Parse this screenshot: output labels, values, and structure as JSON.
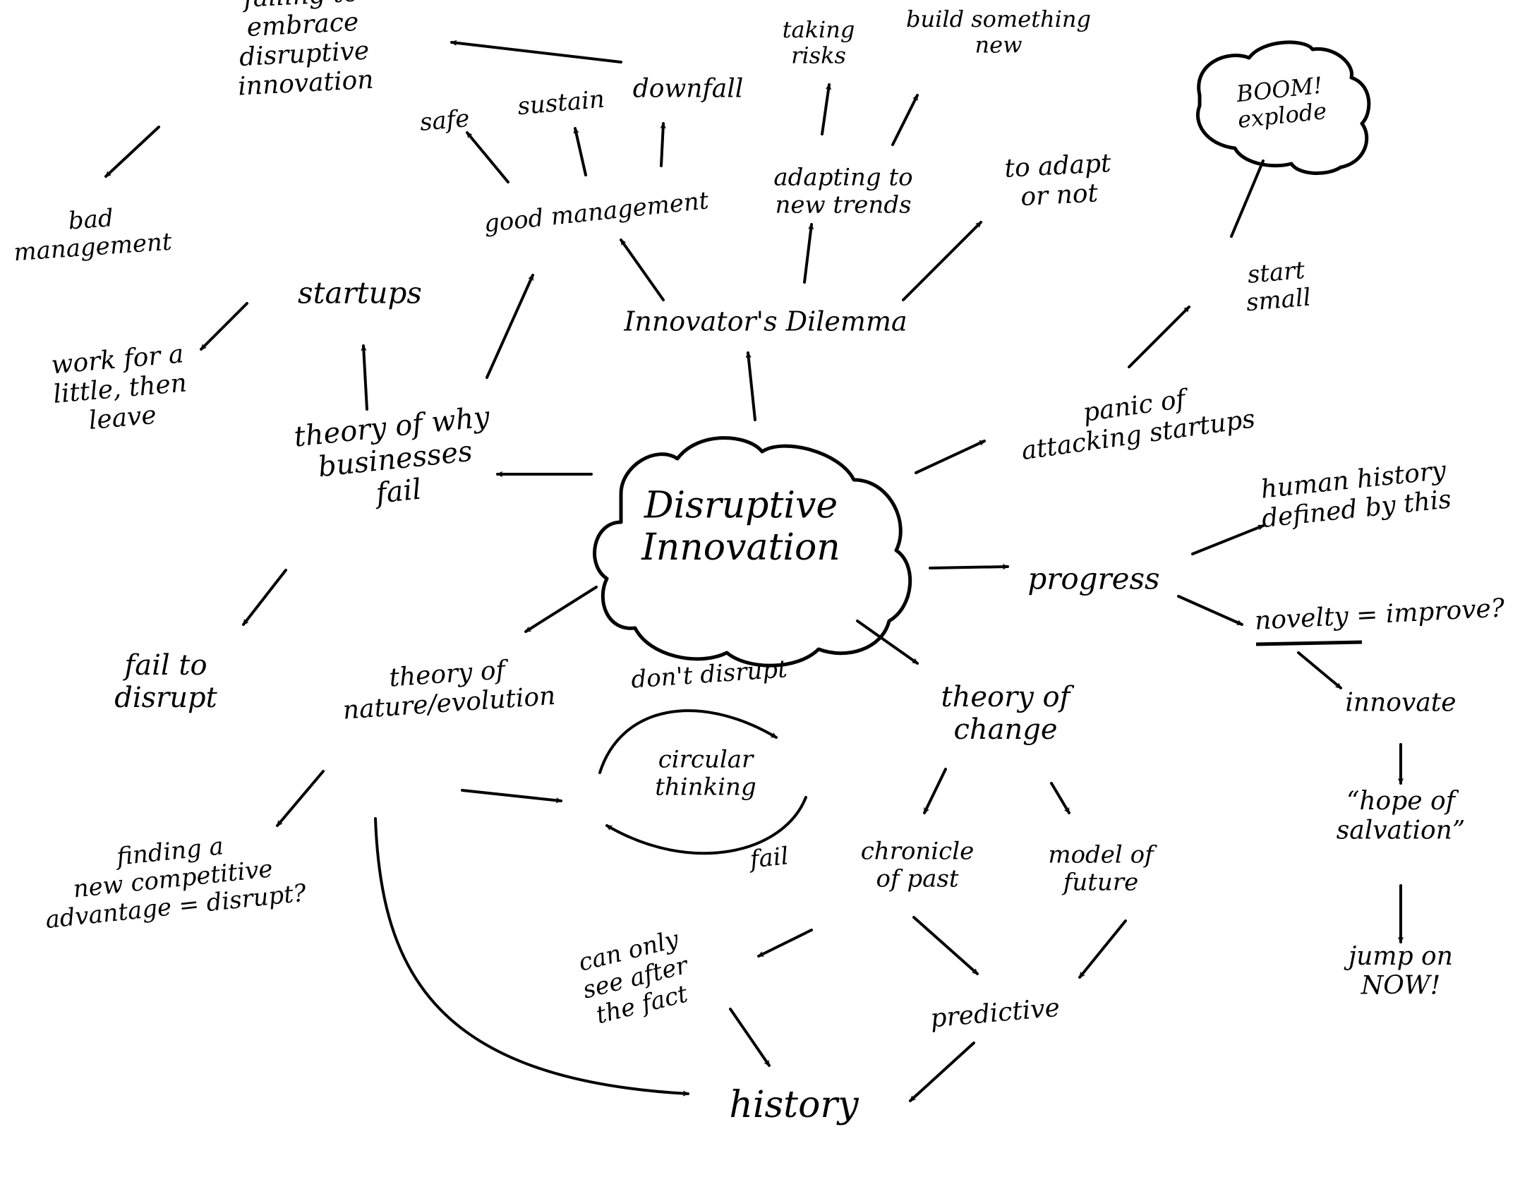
{
  "diagram": {
    "type": "mind-map",
    "center": {
      "id": "center",
      "lines": [
        "Disruptive",
        "Innovation"
      ]
    },
    "nodes": [
      {
        "id": "innovators-dilemma",
        "lines": [
          "Innovator's Dilemma"
        ]
      },
      {
        "id": "good-management",
        "lines": [
          "good management"
        ]
      },
      {
        "id": "safe",
        "lines": [
          "safe"
        ]
      },
      {
        "id": "sustain",
        "lines": [
          "sustain"
        ]
      },
      {
        "id": "downfall",
        "lines": [
          "downfall"
        ]
      },
      {
        "id": "failing-to-embrace",
        "lines": [
          "failing to",
          "embrace",
          "disruptive",
          "innovation"
        ]
      },
      {
        "id": "bad-management",
        "lines": [
          "bad",
          "management"
        ]
      },
      {
        "id": "adapting",
        "lines": [
          "adapting to",
          "new trends"
        ]
      },
      {
        "id": "taking-risks",
        "lines": [
          "taking",
          "risks"
        ]
      },
      {
        "id": "build-something-new",
        "lines": [
          "build something",
          "new"
        ]
      },
      {
        "id": "to-adapt-or-not",
        "lines": [
          "to adapt",
          "or not"
        ]
      },
      {
        "id": "boom",
        "lines": [
          "BOOM!",
          "explode"
        ]
      },
      {
        "id": "start-small",
        "lines": [
          "start",
          "small"
        ]
      },
      {
        "id": "panic",
        "lines": [
          "panic of",
          "attacking startups"
        ]
      },
      {
        "id": "progress",
        "lines": [
          "progress"
        ]
      },
      {
        "id": "human-history",
        "lines": [
          "human history",
          "defined by this"
        ]
      },
      {
        "id": "novelty",
        "lines": [
          "novelty = improve?"
        ]
      },
      {
        "id": "innovate",
        "lines": [
          "innovate"
        ]
      },
      {
        "id": "hope-of-salvation",
        "lines": [
          "“hope of",
          "salvation”"
        ]
      },
      {
        "id": "jump-on-now",
        "lines": [
          "jump on",
          "NOW!"
        ]
      },
      {
        "id": "theory-why-fail",
        "lines": [
          "theory of why",
          "businesses",
          "fail"
        ]
      },
      {
        "id": "startups",
        "lines": [
          "startups"
        ]
      },
      {
        "id": "work-for-a-little",
        "lines": [
          "work for a",
          "little, then",
          "leave"
        ]
      },
      {
        "id": "fail-to-disrupt",
        "lines": [
          "fail to",
          "disrupt"
        ]
      },
      {
        "id": "theory-nature",
        "lines": [
          "theory of",
          "nature/evolution"
        ]
      },
      {
        "id": "finding-advantage",
        "lines": [
          "finding a",
          "new competitive",
          "advantage = disrupt?"
        ]
      },
      {
        "id": "circular-thinking",
        "lines": [
          "circular",
          "thinking"
        ]
      },
      {
        "id": "dont-disrupt",
        "lines": [
          "don't disrupt"
        ]
      },
      {
        "id": "fail",
        "lines": [
          "fail"
        ]
      },
      {
        "id": "theory-change",
        "lines": [
          "theory of",
          "change"
        ]
      },
      {
        "id": "chronicle-of-past",
        "lines": [
          "chronicle",
          "of past"
        ]
      },
      {
        "id": "model-of-future",
        "lines": [
          "model of",
          "future"
        ]
      },
      {
        "id": "can-only-see",
        "lines": [
          "can only",
          "see after",
          "the fact"
        ]
      },
      {
        "id": "predictive",
        "lines": [
          "predictive"
        ]
      },
      {
        "id": "history",
        "lines": [
          "history"
        ]
      }
    ],
    "edges": [
      {
        "from": "center",
        "to": "innovators-dilemma"
      },
      {
        "from": "innovators-dilemma",
        "to": "good-management"
      },
      {
        "from": "innovators-dilemma",
        "to": "adapting"
      },
      {
        "from": "innovators-dilemma",
        "to": "to-adapt-or-not"
      },
      {
        "from": "good-management",
        "to": "safe"
      },
      {
        "from": "good-management",
        "to": "sustain"
      },
      {
        "from": "good-management",
        "to": "downfall"
      },
      {
        "from": "downfall",
        "to": "failing-to-embrace"
      },
      {
        "from": "failing-to-embrace",
        "to": "bad-management"
      },
      {
        "from": "adapting",
        "to": "taking-risks"
      },
      {
        "from": "adapting",
        "to": "build-something-new"
      },
      {
        "from": "center",
        "to": "panic"
      },
      {
        "from": "panic",
        "to": "start-small"
      },
      {
        "from": "start-small",
        "to": "boom"
      },
      {
        "from": "center",
        "to": "progress"
      },
      {
        "from": "progress",
        "to": "human-history"
      },
      {
        "from": "progress",
        "to": "novelty"
      },
      {
        "from": "novelty",
        "to": "innovate"
      },
      {
        "from": "innovate",
        "to": "hope-of-salvation"
      },
      {
        "from": "hope-of-salvation",
        "to": "jump-on-now"
      },
      {
        "from": "center",
        "to": "theory-why-fail"
      },
      {
        "from": "theory-why-fail",
        "to": "startups"
      },
      {
        "from": "theory-why-fail",
        "to": "good-management"
      },
      {
        "from": "theory-why-fail",
        "to": "fail-to-disrupt"
      },
      {
        "from": "startups",
        "to": "work-for-a-little"
      },
      {
        "from": "center",
        "to": "theory-nature"
      },
      {
        "from": "theory-nature",
        "to": "finding-advantage"
      },
      {
        "from": "theory-nature",
        "to": "circular-thinking"
      },
      {
        "from": "theory-nature",
        "to": "history"
      },
      {
        "from": "center",
        "to": "theory-change"
      },
      {
        "from": "theory-change",
        "to": "chronicle-of-past"
      },
      {
        "from": "theory-change",
        "to": "model-of-future"
      },
      {
        "from": "chronicle-of-past",
        "to": "can-only-see"
      },
      {
        "from": "chronicle-of-past",
        "to": "predictive"
      },
      {
        "from": "model-of-future",
        "to": "predictive"
      },
      {
        "from": "can-only-see",
        "to": "history"
      },
      {
        "from": "predictive",
        "to": "history"
      }
    ]
  }
}
